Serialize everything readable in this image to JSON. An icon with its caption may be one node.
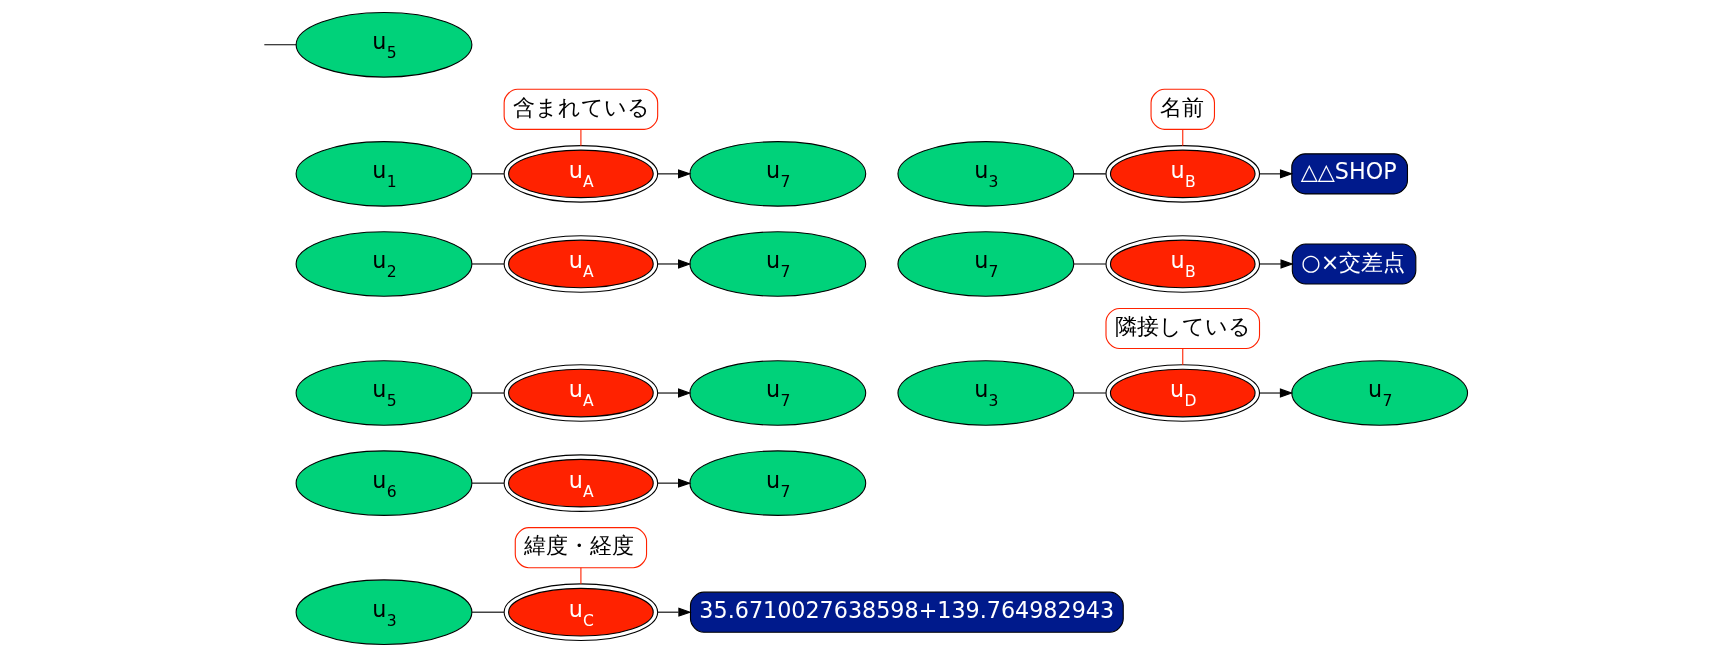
{
  "diagram": {
    "nodes": [
      {
        "text": [
          "u$_{5}$"
        ]
      },
      {
        "text": [
          "含まれている"
        ]
      },
      {
        "text": [
          "名前"
        ]
      },
      {
        "text": [
          "u$_{1}$"
        ]
      },
      {
        "text": [
          "u$_{A}$"
        ]
      },
      {
        "text": [
          "u$_{7}$"
        ]
      },
      {
        "text": [
          "u$_{3}$"
        ]
      },
      {
        "text": [
          "u$_{B}$"
        ]
      },
      {
        "text": [
          "△△SHOP"
        ]
      },
      {
        "text": [
          "u$_{2}$"
        ]
      },
      {
        "text": [
          "u$_{A}$"
        ]
      },
      {
        "text": [
          "u$_{7}$"
        ]
      },
      {
        "text": [
          "u$_{7}$"
        ]
      },
      {
        "text": [
          "u$_{B}$"
        ]
      },
      {
        "text": [
          "○×交差点"
        ]
      },
      {
        "text": [
          "u$_{5}$"
        ]
      },
      {
        "text": [
          "u$_{A}$"
        ]
      },
      {
        "text": [
          "u$_{7}$"
        ]
      },
      {
        "text": [
          "u$_{3}$"
        ]
      },
      {
        "text": [
          "u$_{D}$"
        ]
      },
      {
        "text": [
          "u$_{7}$"
        ]
      },
      {
        "text": [
          "隣接している"
        ]
      },
      {
        "text": [
          "u$_{6}$"
        ]
      },
      {
        "text": [
          "u$_{A}$"
        ]
      },
      {
        "text": [
          "u$_{7}$"
        ]
      },
      {
        "text": [
          "緯度・経度"
        ]
      },
      {
        "text": [
          "u$_{3}$"
        ]
      },
      {
        "text": [
          "u$_{C}$"
        ]
      },
      {
        "text": [
          "35.6710027638598+139.764982943"
        ]
      }
    ],
    "edges": [
      {
        "from": null,
        "to": 0,
        "arrow": "none"
      },
      {
        "from": 3,
        "to": 4,
        "arrow": "none"
      },
      {
        "from": 4,
        "to": 5,
        "arrow": "to"
      },
      {
        "from": 6,
        "to": 7,
        "arrow": "none"
      },
      {
        "from": 7,
        "to": 8,
        "arrow": "to"
      },
      {
        "from": 9,
        "to": 10,
        "arrow": "none"
      },
      {
        "from": 10,
        "to": 11,
        "arrow": "to"
      },
      {
        "from": 12,
        "to": 13,
        "arrow": "none"
      },
      {
        "from": 13,
        "to": 14,
        "arrow": "to"
      },
      {
        "from": 15,
        "to": 16,
        "arrow": "none"
      },
      {
        "from": 16,
        "to": 17,
        "arrow": "to"
      },
      {
        "from": 18,
        "to": 19,
        "arrow": "none"
      },
      {
        "from": 19,
        "to": 20,
        "arrow": "to"
      },
      {
        "from": 22,
        "to": 23,
        "arrow": "none"
      },
      {
        "from": 23,
        "to": 24,
        "arrow": "to"
      },
      {
        "from": 26,
        "to": 27,
        "arrow": "none"
      },
      {
        "from": 27,
        "to": 28,
        "arrow": "to"
      },
      {
        "from": 1,
        "to": 4,
        "arrow": "none",
        "color": "#ff2200"
      },
      {
        "from": 2,
        "to": 7,
        "arrow": "none",
        "color": "#ff2200"
      },
      {
        "from": 21,
        "to": 19,
        "arrow": "none",
        "color": "#ff2200"
      },
      {
        "from": 25,
        "to": 27,
        "arrow": "none",
        "color": "#ff2200"
      }
    ]
  }
}
